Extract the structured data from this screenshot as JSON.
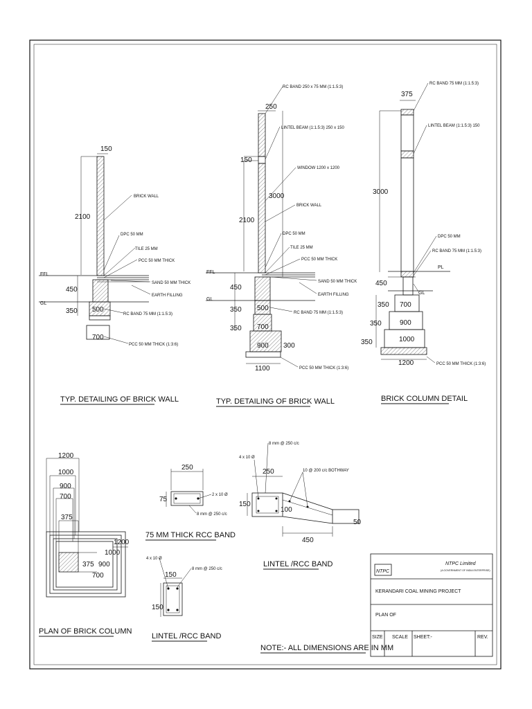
{
  "wall1": {
    "title": "TYP. DETAILING OF BRICK WALL",
    "labels": {
      "brick_wall": "BRICK WALL",
      "dpc": "DPC 50 MM",
      "tile": "TILE 25 MM",
      "pcc": "PCC 50 MM THICK",
      "sand": "SAND 50 MM THICK",
      "earth": "EARTH FILLING",
      "rc_band": "RC BAND 75 MM (1:1.5:3)",
      "pcc_base": "PCC 50 MM THICK (1:3:6)",
      "ffl": "FFL",
      "gl": "GL"
    },
    "dims": {
      "d150": "150",
      "d2100": "2100",
      "d450": "450",
      "d350": "350",
      "d500": "500",
      "d700": "700"
    }
  },
  "wall2": {
    "title": "TYP. DETAILING OF BRICK WALL",
    "labels": {
      "rc_band_top": "RC BAND 250  x 75 MM (1:1.5:3)",
      "lintel": "LINTEL BEAM (1:1.5:3) 250  x 150",
      "window": "WINDOW 1200 x 1200",
      "brick_wall": "BRICK WALL",
      "dpc": "DPC 50 MM",
      "tile": "TILE 25 MM",
      "pcc": "PCC 50 MM THICK",
      "sand": "SAND 50 MM THICK",
      "earth": "EARTH FILLING",
      "rc_band": "RC BAND 75 MM (1:1.5:3)",
      "pcc_base": "PCC 50 MM THICK (1:3:6)",
      "ffl": "FFL",
      "gl": "GL"
    },
    "dims": {
      "d250": "250",
      "d150": "150",
      "d3000": "3000",
      "d2100": "2100",
      "d450": "450",
      "d350a": "350",
      "d350b": "350",
      "d500": "500",
      "d700": "700",
      "d900": "900",
      "d300": "300",
      "d1100": "1100"
    }
  },
  "column": {
    "title": "BRICK COLUMN DETAIL",
    "labels": {
      "rc_band_top": "RC BAND  75 MM (1:1.5:3)",
      "lintel": "LINTEL BEAM (1:1.5:3)  150",
      "dpc": "DPC 50 MM",
      "rc_band": "RC BAND 75 MM (1:1.5:3)",
      "pl": "PL",
      "gl": "GL",
      "pcc_base": "PCC 50 MM THICK (1:3:6)"
    },
    "dims": {
      "d375": "375",
      "d3000": "3000",
      "d450": "450",
      "d350a": "350",
      "d350b": "350",
      "d350c": "350",
      "d700": "700",
      "d900": "900",
      "d1000": "1000",
      "d1200": "1200"
    }
  },
  "plan": {
    "title": "PLAN OF BRICK COLUMN",
    "dims": {
      "d1200": "1200",
      "d1000": "1000",
      "d900": "900",
      "d700": "700",
      "d375": "375",
      "d1200r": "1200",
      "d1000r": "1000",
      "d900r": "900",
      "d375r": "375",
      "d700r": "700"
    }
  },
  "band75": {
    "title": "75 MM THICK RCC BAND",
    "labels": {
      "bars": "2 x 10 Ø",
      "stirrup": "8 mm @ 250 c/c"
    },
    "dims": {
      "d250": "250",
      "d75": "75"
    }
  },
  "lintel_small": {
    "title": "LINTEL /RCC BAND",
    "labels": {
      "bars": "4 x 10 Ø",
      "stirrup": "8 mm @ 250 c/c"
    },
    "dims": {
      "d150a": "150",
      "d150b": "150"
    }
  },
  "lintel_big": {
    "title": "LINTEL /RCC BAND",
    "labels": {
      "stirrup": "8 mm @ 250 c/c",
      "bars": "4 x 10 Ø",
      "bothway": "10 @ 200 c/c BOTHWAY"
    },
    "dims": {
      "d250": "250",
      "d150": "150",
      "d100": "100",
      "d450": "450",
      "d50": "50"
    }
  },
  "note": "NOTE:- ALL DIMENSIONS ARE IN MM",
  "title_block": {
    "logo": "NTPC",
    "company": "NTPC Limited",
    "subtitle": "(A GOVERNMENT OF INDIA ENTERPRISE)",
    "project": "KERANDARI COAL MINING PROJECT",
    "plan_of": "PLAN OF",
    "size": "SIZE",
    "scale": "SCALE",
    "sheet": "SHEET:-",
    "rev": "REV."
  }
}
